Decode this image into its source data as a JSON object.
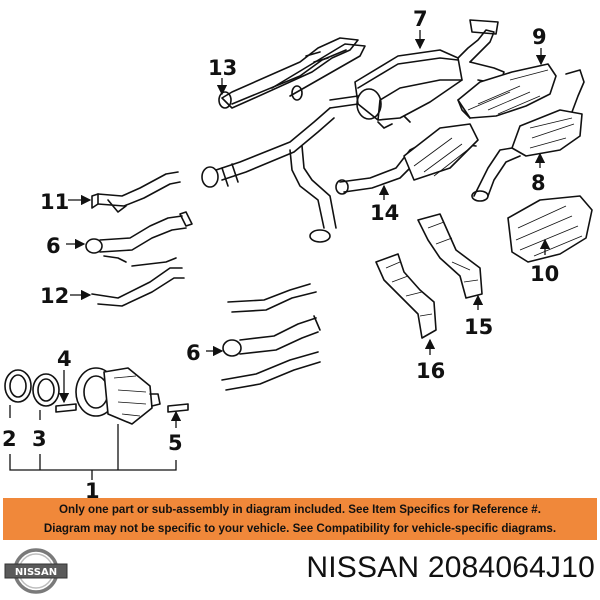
{
  "callouts": {
    "c1": "1",
    "c2": "2",
    "c3": "3",
    "c4": "4",
    "c5": "5",
    "c6a": "6",
    "c6b": "6",
    "c7": "7",
    "c8": "8",
    "c9": "9",
    "c10": "10",
    "c11": "11",
    "c12": "12",
    "c13": "13",
    "c14": "14",
    "c15": "15",
    "c16": "16"
  },
  "notice": {
    "line1": "Only one part or sub-assembly in diagram included. See Item Specifics for Reference #.",
    "line2": "Diagram may not be specific to your vehicle. See Compatibility for vehicle-specific diagrams."
  },
  "brand": {
    "logo_text": "NISSAN",
    "title": "NISSAN 2084064J10"
  },
  "colors": {
    "banner": "#f0883a",
    "ink": "#111111"
  }
}
